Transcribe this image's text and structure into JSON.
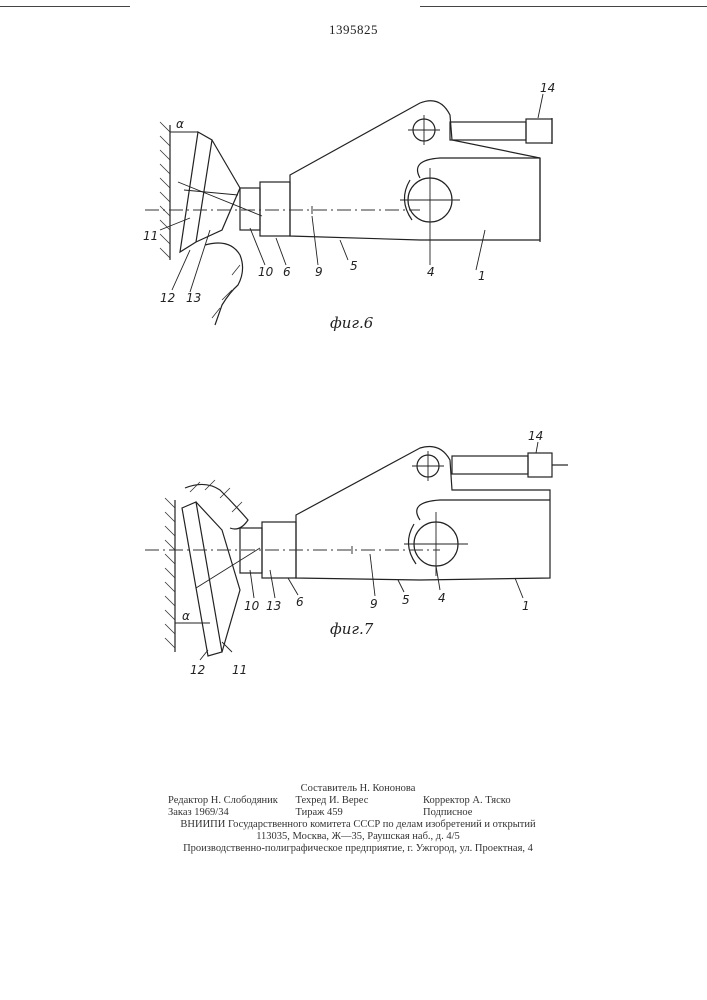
{
  "page_number": "1395825",
  "figures": [
    {
      "caption": "фиг.6",
      "labels": {
        "alpha": "α",
        "n1": "1",
        "n4": "4",
        "n5": "5",
        "n6": "6",
        "n9": "9",
        "n10": "10",
        "n11": "11",
        "n12": "12",
        "n13": "13",
        "n14": "14"
      }
    },
    {
      "caption": "фиг.7",
      "labels": {
        "alpha": "α",
        "n1": "1",
        "n4": "4",
        "n5": "5",
        "n6": "6",
        "n9": "9",
        "n10": "10",
        "n11": "11",
        "n12": "12",
        "n13": "13",
        "n14": "14"
      }
    }
  ],
  "colophon": {
    "compiler": "Составитель Н. Кононова",
    "editor": "Редактор Н. Слободяник",
    "techred": "Техред И. Верес",
    "corrector": "Корректор А. Тяско",
    "order": "Заказ 1969/34",
    "circulation": "Тираж 459",
    "subscription": "Подписное",
    "institute": "ВНИИПИ Государственного комитета СССР по делам изобретений и открытий",
    "address": "113035, Москва, Ж—35, Раушская наб., д. 4/5",
    "printer": "Производственно-полиграфическое предприятие, г. Ужгород, ул. Проектная, 4"
  }
}
